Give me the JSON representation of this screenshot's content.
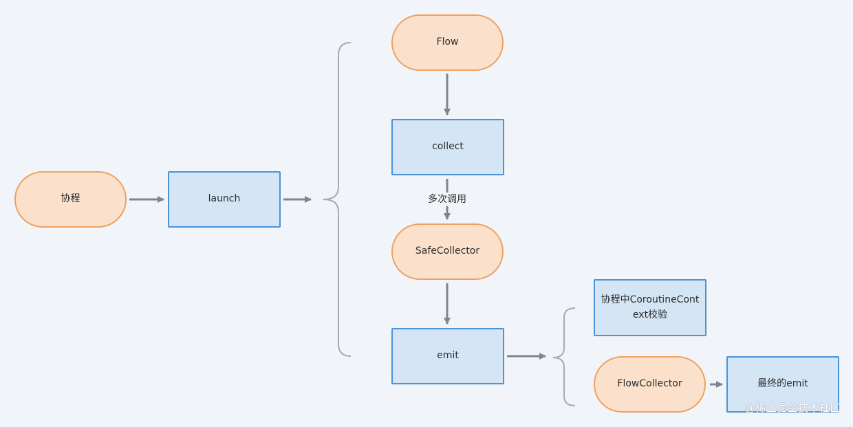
{
  "nodes": {
    "xiecheng": "协程",
    "launch": "launch",
    "flow": "Flow",
    "collect": "collect",
    "safe_collector": "SafeCollector",
    "emit": "emit",
    "context_check": "协程中CoroutineContext校验",
    "flow_collector": "FlowCollector",
    "final_emit": "最终的emit"
  },
  "edge_labels": {
    "collect_to_safe": "多次调用"
  },
  "watermark": "@稀土掘金技术社区",
  "colors": {
    "pill_fill": "#fbe1cc",
    "pill_border": "#eea160",
    "rect_fill": "#d4e5f6",
    "rect_border": "#4a93d8",
    "arrow": "#7c8591",
    "background": "#f1f4f8"
  }
}
